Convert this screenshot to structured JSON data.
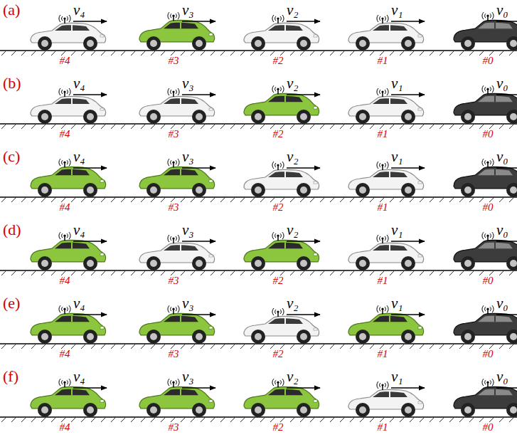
{
  "diagram": {
    "labels": [
      "(a)",
      "v₄",
      "v₃",
      "v₂",
      "v₁",
      "v₀",
      "#4",
      "#3",
      "#2",
      "#1",
      "#0",
      "(b)",
      "v₄",
      "v₃",
      "v₂",
      "v₁",
      "v₀",
      "#4",
      "#3",
      "#2",
      "#1",
      "#0",
      "(c)",
      "v₄",
      "v₃",
      "v₂",
      "v₁",
      "v₀",
      "#4",
      "#3",
      "#2",
      "#1",
      "#0",
      "(d)",
      "v₄",
      "v₃",
      "v₂",
      "v₁",
      "v₀",
      "#4",
      "#3",
      "#2",
      "#1",
      "#0",
      "(e)",
      "v₄",
      "v₃",
      "v₂",
      "v₁",
      "v₀",
      "#4",
      "#3",
      "#2",
      "#1",
      "#0",
      "(f)",
      "v₄",
      "v₃",
      "v₂",
      "v₁",
      "v₀",
      "#4",
      "#3",
      "#2",
      "#1",
      "#0"
    ]
  }
}
